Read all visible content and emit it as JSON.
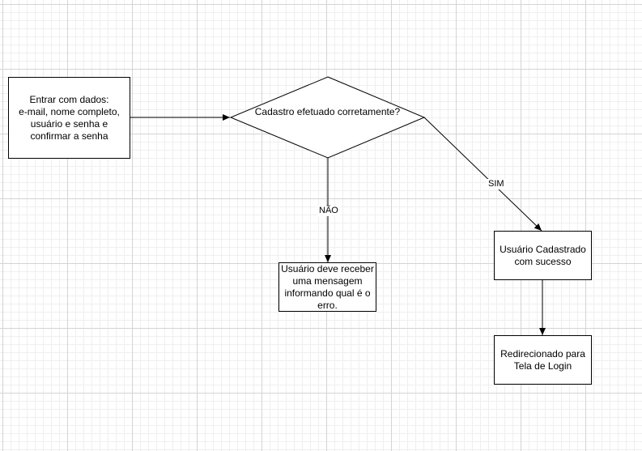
{
  "nodes": {
    "input_data": "Entrar com dados:\ne-mail, nome completo,\nusuário e senha e\nconfirmar a senha",
    "decision": "Cadastro efetuado corretamente?",
    "error_message": "Usuário deve receber\numa mensagem\ninformando qual é o\nerro.",
    "success": "Usuário Cadastrado\ncom sucesso",
    "redirect": "Redirecionado para\nTela de Login"
  },
  "edges": {
    "no_label": "NÃO",
    "yes_label": "SIM"
  },
  "colors": {
    "stroke": "#000000",
    "fill": "#ffffff",
    "grid_major": "#d4d4d4",
    "grid_minor": "#efefef"
  }
}
